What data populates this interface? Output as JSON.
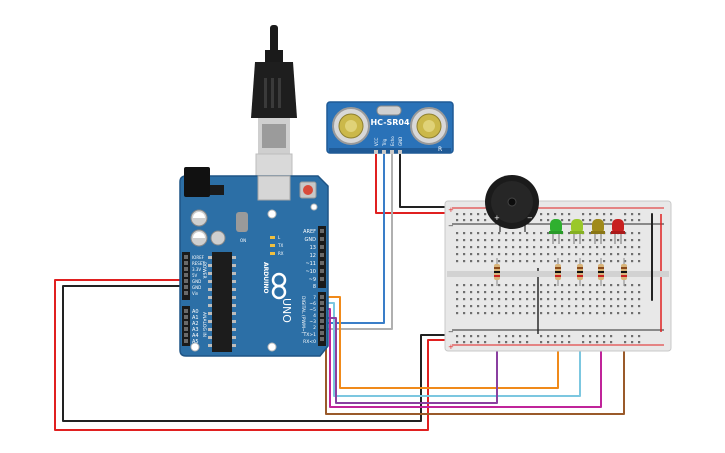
{
  "colors": {
    "background": "#ffffff",
    "arduino_board": "#2c6fa6",
    "arduino_edge": "#1f5585",
    "sensor_board": "#2a72b8",
    "breadboard": "#e8e8e8",
    "wire_red": "#e02020",
    "wire_black": "#222222",
    "wire_orange": "#f08a1a",
    "wire_lightblue": "#7cc7e0",
    "wire_magenta": "#c0249a",
    "wire_purple": "#8a3fa0",
    "wire_brown": "#9a5a2a",
    "wire_blue": "#3a7ec8",
    "wire_gray": "#b0b0b0",
    "led_green": "#2fb02f",
    "led_yellow_green": "#9ac82a",
    "led_olive": "#a08a1a",
    "led_red": "#c82020"
  },
  "sensor": {
    "label": "HC-SR04",
    "pins": [
      "VCC",
      "Trig",
      "Echo",
      "GND"
    ],
    "corner_mark": "R"
  },
  "arduino": {
    "brand": "ARDUINO",
    "model": "UNO",
    "top_header_labels": [
      "AREF",
      "GND",
      "13",
      "12",
      "~11",
      "~10",
      "~9",
      "8"
    ],
    "digital_header_labels": [
      "7",
      "~6",
      "~5",
      "4",
      "~3",
      "2",
      "TX>1",
      "RX<0"
    ],
    "digital_section_label": "DIGITAL (PWM~)",
    "power_labels": [
      "IOREF",
      "RESET",
      "3.3V",
      "5V",
      "GND",
      "GND",
      "Vin"
    ],
    "power_section_label": "POWER",
    "analog_labels": [
      "A0",
      "A1",
      "A2",
      "A3",
      "A4",
      "A5"
    ],
    "analog_section_label": "ANALOG IN",
    "led_labels": [
      "L",
      "TX",
      "RX"
    ],
    "on_label": "ON"
  },
  "breadboard": {
    "plus_sign": "+",
    "minus_sign": "−"
  },
  "buzzer": {
    "plus_sign": "+",
    "minus_sign": "−"
  },
  "icons": {
    "usb_cable": "usb-cable-icon",
    "infinity_logo": "arduino-infinity-icon"
  }
}
